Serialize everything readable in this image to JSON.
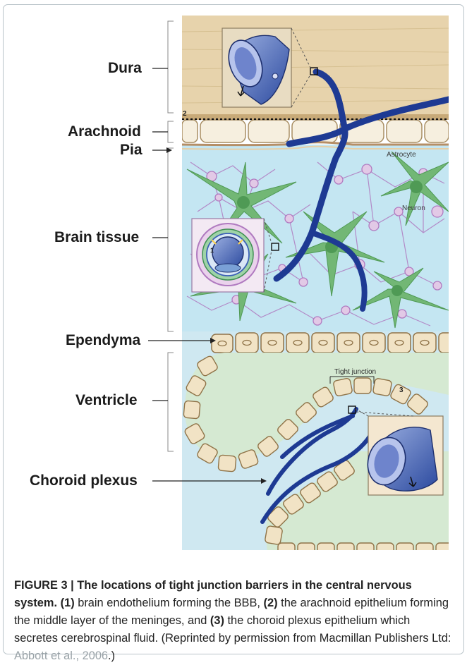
{
  "labels": {
    "dura": "Dura",
    "arachnoid": "Arachnoid",
    "pia": "Pia",
    "brain_tissue": "Brain tissue",
    "ependyma": "Ependyma",
    "ventricle": "Ventricle",
    "choroid_plexus": "Choroid plexus"
  },
  "annotations": {
    "astrocyte": "Astrocyte",
    "neuron": "Neuron",
    "tight_junction": "Tight junction",
    "marker_1": "1",
    "marker_2": "2",
    "marker_3": "3"
  },
  "caption": {
    "lead": "FIGURE 3 | The locations of tight junction barriers in the central nervous system.",
    "n1": "(1)",
    "t1": " brain endothelium forming the BBB, ",
    "n2": "(2)",
    "t2": " the arachnoid epithelium forming the middle layer of the meninges, and ",
    "n3": "(3)",
    "t3": " the choroid plexus epithelium which secretes cerebrospinal fluid. (Reprinted by permission from Macmillan Publishers Ltd: ",
    "ref": "Abbott et al., 2006",
    "t4": ".)"
  },
  "colors": {
    "dura": "#e7d3ac",
    "arachnoid_cells": "#f6efdf",
    "brain": "#c4e6f2",
    "ventricle": "#d5e9d2",
    "csf": "#cfe8f1",
    "vessel": "#1e3a93",
    "astrocyte": "#72b775",
    "neuron_body": "#e2c9e6",
    "neuron_outline": "#b07ac0",
    "epithelium": "#f1e3c5"
  }
}
